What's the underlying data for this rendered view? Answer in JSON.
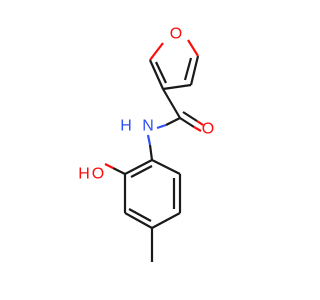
{
  "atoms": {
    "ring_oxygen": "O",
    "amide_nitrogen": "N",
    "amide_hydrogen": "H",
    "carbonyl_oxygen": "O",
    "hydroxyl_hydrogen": "H",
    "hydroxyl_oxygen": "O"
  },
  "colors": {
    "carbon": "#1a1a1a",
    "oxygen": "#ff0d0d",
    "nitrogen": "#3050f8",
    "background": "#ffffff"
  }
}
